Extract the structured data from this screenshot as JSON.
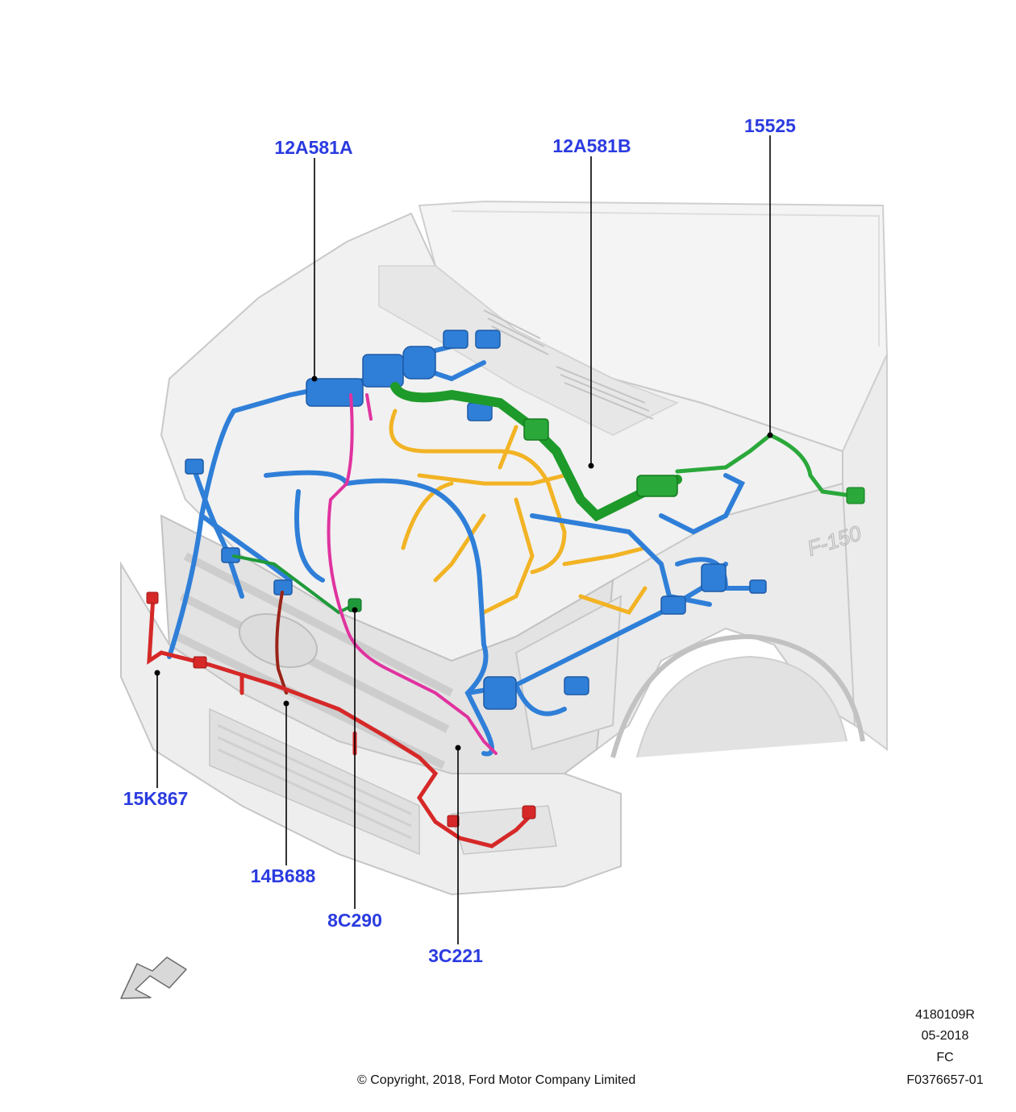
{
  "callouts": {
    "harness_12a581a": "12A581A",
    "harness_12a581b": "12A581B",
    "harness_15525": "15525",
    "harness_15k867": "15K867",
    "harness_14b688": "14B688",
    "harness_8c290": "8C290",
    "harness_3c221": "3C221"
  },
  "harness_colors": {
    "12A581A": "#2f7fd8",
    "12A581B": "#1e9a2a",
    "15525": "#2aa83a",
    "15K867": "#d62828",
    "14B688": "#9a2318",
    "8C290": "#1f9a3a",
    "3C221": "#e0339f",
    "engine": "#f2b324"
  },
  "colors": {
    "callout_text": "#2b3be0",
    "vehicle_body": "#efefef",
    "vehicle_outline": "#c9c9c9"
  },
  "direction_arrow": "arrow-front-left-icon",
  "illustration_ids": {
    "number": "4180109R",
    "date": "05-2018",
    "code": "FC",
    "file": "F0376657-01"
  },
  "copyright": "© Copyright, 2018, Ford Motor Company Limited",
  "vehicle_badge": "F-150"
}
